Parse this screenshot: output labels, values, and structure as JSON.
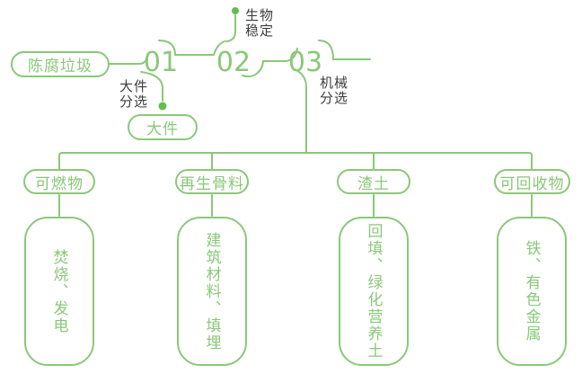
{
  "colors": {
    "line_green": "#8ac878",
    "dot_green": "#63be4b",
    "label_dark": "#3d3d3d"
  },
  "source": {
    "label": "陈腐垃圾"
  },
  "steps": [
    {
      "number": "01",
      "label": "大件\n分选",
      "output": "大件"
    },
    {
      "number": "02",
      "label": "生物\n稳定"
    },
    {
      "number": "03",
      "label": "机械\n分选"
    }
  ],
  "branches": [
    {
      "category": "可燃物",
      "detail": "焚烧、发电"
    },
    {
      "category": "再生骨料",
      "detail": "建筑材料、填埋"
    },
    {
      "category": "渣土",
      "detail": "回填、绿化营养土"
    },
    {
      "category": "可回收物",
      "detail": "铁、有色金属"
    }
  ]
}
